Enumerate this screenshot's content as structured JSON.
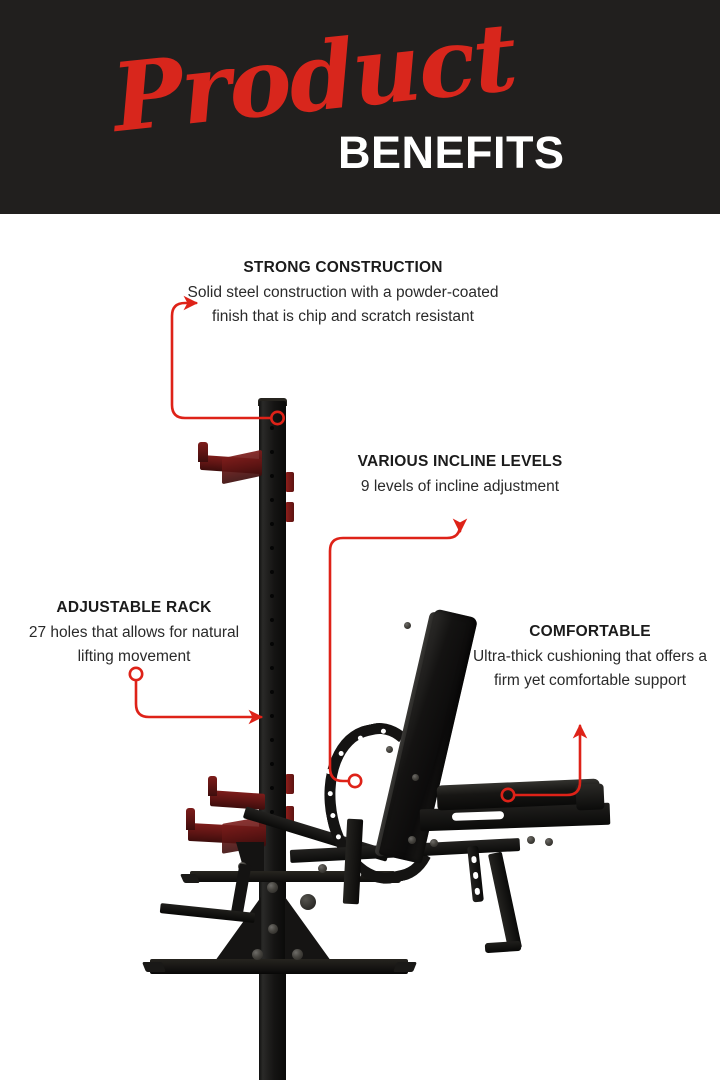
{
  "header": {
    "script_word": "Product",
    "bold_word": "BENEFITS",
    "background_color": "#211F1E",
    "script_color": "#D8261C",
    "bold_color": "#FFFFFF"
  },
  "accent": {
    "arrow_color": "#DE2218",
    "product_black": "#141312",
    "product_red": "#6E1917"
  },
  "callouts": [
    {
      "id": "strong-construction",
      "title": "STRONG CONSTRUCTION",
      "body": "Solid steel construction with a powder-coated finish that is chip and scratch resistant",
      "anchor": "rack-upright-post"
    },
    {
      "id": "various-incline-levels",
      "title": "VARIOUS INCLINE LEVELS",
      "body": "9 levels of incline adjustment",
      "anchor": "incline-adjustment-arc"
    },
    {
      "id": "adjustable-rack",
      "title": "ADJUSTABLE RACK",
      "body": "27 holes that allows for natural lifting movement",
      "anchor": "rack-upright-post"
    },
    {
      "id": "comfortable",
      "title": "COMFORTABLE",
      "body": "Ultra-thick cushioning that offers a firm yet comfortable support",
      "anchor": "bench-seat-pad"
    }
  ],
  "product": {
    "name": "squat-rack-with-adjustable-weight-bench",
    "parts": [
      "rack-upright-post",
      "bar-catcher-hooks",
      "weight-plate-pegs",
      "rack-base-foot",
      "bench-backrest-pad",
      "bench-seat-pad",
      "incline-adjustment-arc",
      "bench-frame-legs"
    ]
  }
}
